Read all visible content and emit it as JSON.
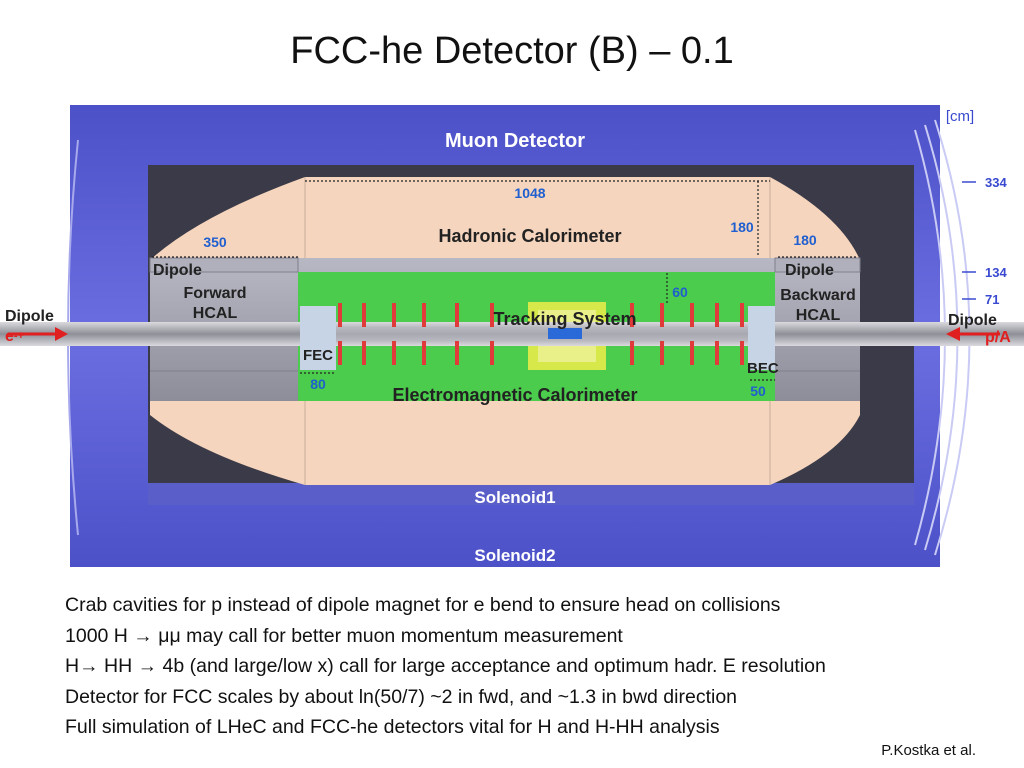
{
  "title": "FCC-he Detector (B) – 0.1",
  "diagram": {
    "unit": "[cm]",
    "labels": {
      "muon": "Muon Detector",
      "hcal": "Hadronic Calorimeter",
      "tracking": "Tracking System",
      "ecal": "Electromagnetic Calorimeter",
      "solenoid1": "Solenoid1",
      "solenoid2": "Solenoid2",
      "dipole_fwd": "Dipole",
      "dipole_bwd": "Dipole",
      "fwd_hcal_1": "Forward",
      "fwd_hcal_2": "HCAL",
      "bwd_hcal_1": "Backward",
      "bwd_hcal_2": "HCAL",
      "fec": "FEC",
      "bec": "BEC",
      "beam_left_1": "Dipole",
      "beam_left_2": "e",
      "beam_left_charge": "-+",
      "beam_right_1": "Dipole",
      "beam_right_2": "p/A"
    },
    "dimensions": {
      "length_hcal": "1048",
      "fwd_len": "350",
      "hcal_thickness": "180",
      "bwd_hcal": "180",
      "tracker_radius": "60",
      "fec_len": "80",
      "bec_len": "50"
    },
    "radii": [
      "334",
      "134",
      "71"
    ],
    "colors": {
      "muon": "#5b5fd6",
      "muon_dark": "#3a3aa8",
      "hcal": "#f5d7c0",
      "grey": "#9a9aa8",
      "tracker": "#49c949",
      "red_marks": "#e03a3a",
      "dimension_text": "#1f5fd0"
    }
  },
  "notes": [
    "Crab cavities for p instead of dipole magnet for e bend to ensure head on collisions",
    "1000 H → μμ may call for better muon momentum measurement",
    "H→ HH → 4b (and large/low x) call for large acceptance and optimum hadr. E resolution",
    "Detector for FCC scales by about ln(50/7) ~2 in fwd, and ~1.3 in bwd direction",
    "Full simulation of LHeC and FCC-he detectors vital for H and H-HH analysis"
  ],
  "credit": "P.Kostka et al."
}
